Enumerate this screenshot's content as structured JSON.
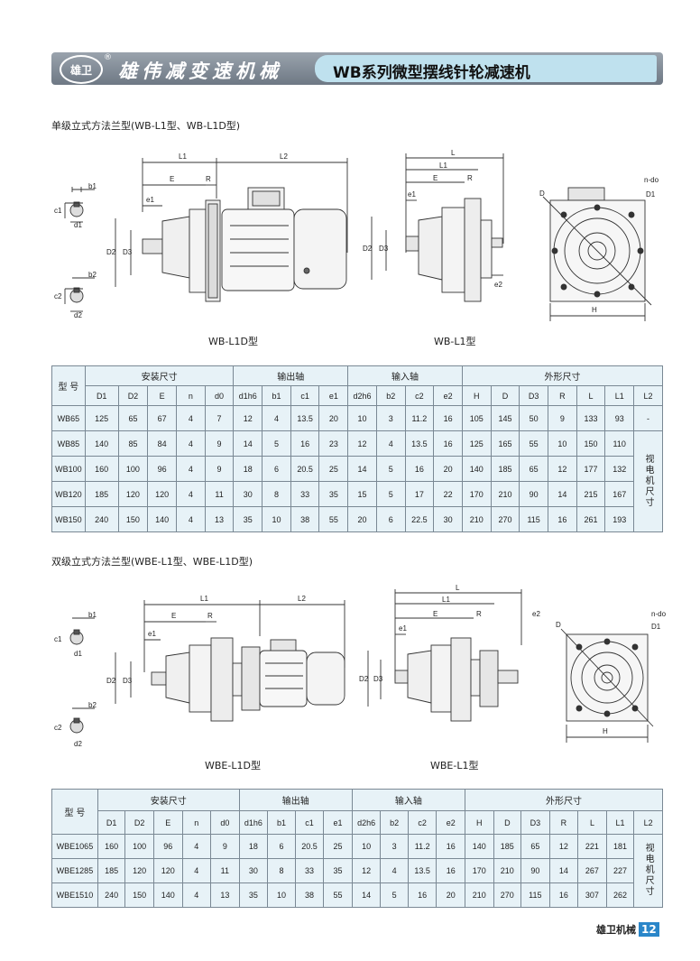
{
  "header": {
    "logo": "雄卫",
    "reg": "®",
    "brand": "雄伟减变速机械",
    "title": "WB系列微型摆线针轮减速机"
  },
  "section1": {
    "title": "单级立式方法兰型(WB-L1型、WB-L1D型)",
    "caption_left": "WB-L1D型",
    "caption_right": "WB-L1型",
    "dim_labels": {
      "L1": "L1",
      "L2": "L2",
      "L": "L",
      "E": "E",
      "R": "R",
      "e1": "e1",
      "e2": "e2",
      "D1": "D1",
      "D2": "D2",
      "D3": "D3",
      "D": "D",
      "H": "H",
      "c1": "c1",
      "b1": "b1",
      "d1": "d1",
      "c2": "c2",
      "b2": "b2",
      "d2": "d2",
      "ndo": "n-do"
    }
  },
  "section2": {
    "title": "双级立式方法兰型(WBE-L1型、WBE-L1D型)",
    "caption_left": "WBE-L1D型",
    "caption_right": "WBE-L1型"
  },
  "table1": {
    "type_label": "型 号",
    "groups": [
      "安装尺寸",
      "输出轴",
      "输入轴",
      "外形尺寸"
    ],
    "cols": [
      "D1",
      "D2",
      "E",
      "n",
      "d0",
      "d1h6",
      "b1",
      "c1",
      "e1",
      "d2h6",
      "b2",
      "c2",
      "e2",
      "H",
      "D",
      "D3",
      "R",
      "L",
      "L1",
      "L2"
    ],
    "rows": [
      [
        "WB65",
        "125",
        "65",
        "67",
        "4",
        "7",
        "12",
        "4",
        "13.5",
        "20",
        "10",
        "3",
        "11.2",
        "16",
        "105",
        "145",
        "50",
        "9",
        "133",
        "93"
      ],
      [
        "WB85",
        "140",
        "85",
        "84",
        "4",
        "9",
        "14",
        "5",
        "16",
        "23",
        "12",
        "4",
        "13.5",
        "16",
        "125",
        "165",
        "55",
        "10",
        "150",
        "110"
      ],
      [
        "WB100",
        "160",
        "100",
        "96",
        "4",
        "9",
        "18",
        "6",
        "20.5",
        "25",
        "14",
        "5",
        "16",
        "20",
        "140",
        "185",
        "65",
        "12",
        "177",
        "132"
      ],
      [
        "WB120",
        "185",
        "120",
        "120",
        "4",
        "11",
        "30",
        "8",
        "33",
        "35",
        "15",
        "5",
        "17",
        "22",
        "170",
        "210",
        "90",
        "14",
        "215",
        "167"
      ],
      [
        "WB150",
        "240",
        "150",
        "140",
        "4",
        "13",
        "35",
        "10",
        "38",
        "55",
        "20",
        "6",
        "22.5",
        "30",
        "210",
        "270",
        "115",
        "16",
        "261",
        "193"
      ]
    ],
    "l2_first": "-",
    "l2_note": "视电机尺寸"
  },
  "table2": {
    "type_label": "型 号",
    "groups": [
      "安装尺寸",
      "输出轴",
      "输入轴",
      "外形尺寸"
    ],
    "cols": [
      "D1",
      "D2",
      "E",
      "n",
      "d0",
      "d1h6",
      "b1",
      "c1",
      "e1",
      "d2h6",
      "b2",
      "c2",
      "e2",
      "H",
      "D",
      "D3",
      "R",
      "L",
      "L1",
      "L2"
    ],
    "rows": [
      [
        "WBE1065",
        "160",
        "100",
        "96",
        "4",
        "9",
        "18",
        "6",
        "20.5",
        "25",
        "10",
        "3",
        "11.2",
        "16",
        "140",
        "185",
        "65",
        "12",
        "221",
        "181"
      ],
      [
        "WBE1285",
        "185",
        "120",
        "120",
        "4",
        "11",
        "30",
        "8",
        "33",
        "35",
        "12",
        "4",
        "13.5",
        "16",
        "170",
        "210",
        "90",
        "14",
        "267",
        "227"
      ],
      [
        "WBE1510",
        "240",
        "150",
        "140",
        "4",
        "13",
        "35",
        "10",
        "38",
        "55",
        "14",
        "5",
        "16",
        "20",
        "210",
        "270",
        "115",
        "16",
        "307",
        "262"
      ]
    ],
    "l2_note": "视电机尺寸"
  },
  "footer": {
    "name": "雄卫机械",
    "page": "12"
  }
}
